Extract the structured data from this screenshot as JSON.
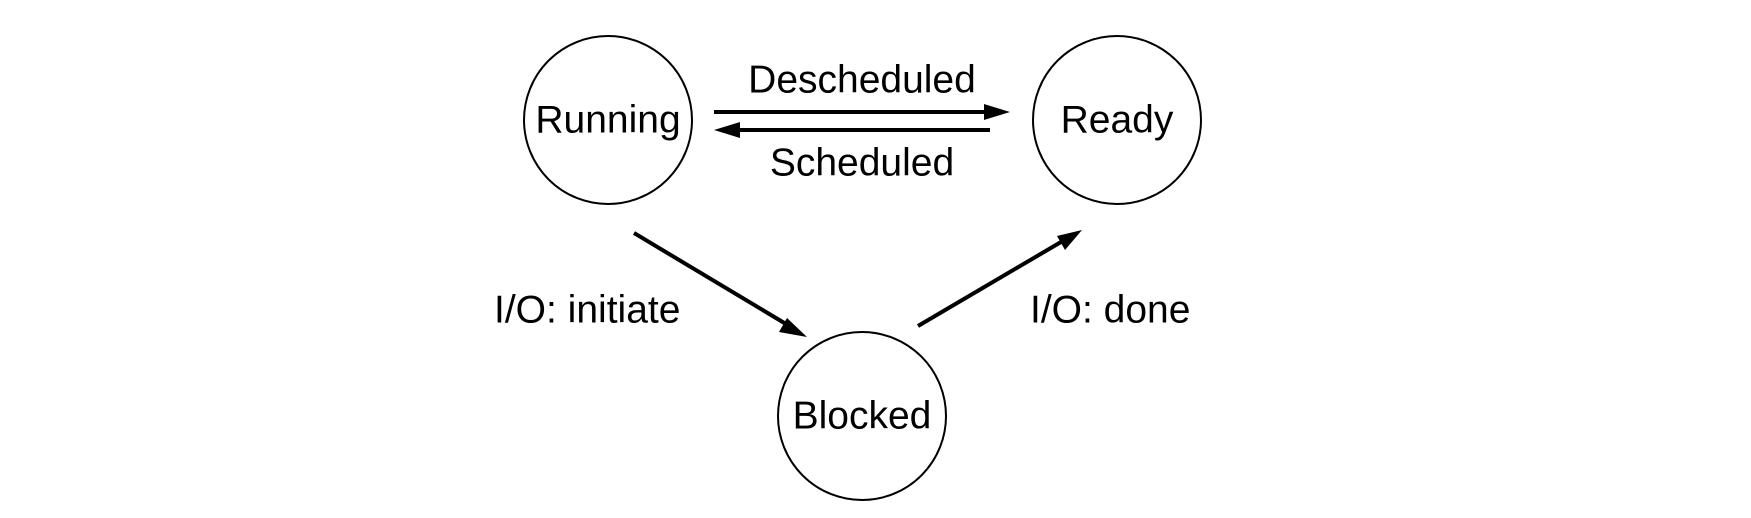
{
  "states": {
    "running": "Running",
    "ready": "Ready",
    "blocked": "Blocked"
  },
  "transitions": {
    "descheduled": "Descheduled",
    "scheduled": "Scheduled",
    "io_initiate": "I/O: initiate",
    "io_done": "I/O: done"
  },
  "colors": {
    "stroke": "#000000",
    "fill": "#ffffff",
    "text": "#000000"
  }
}
